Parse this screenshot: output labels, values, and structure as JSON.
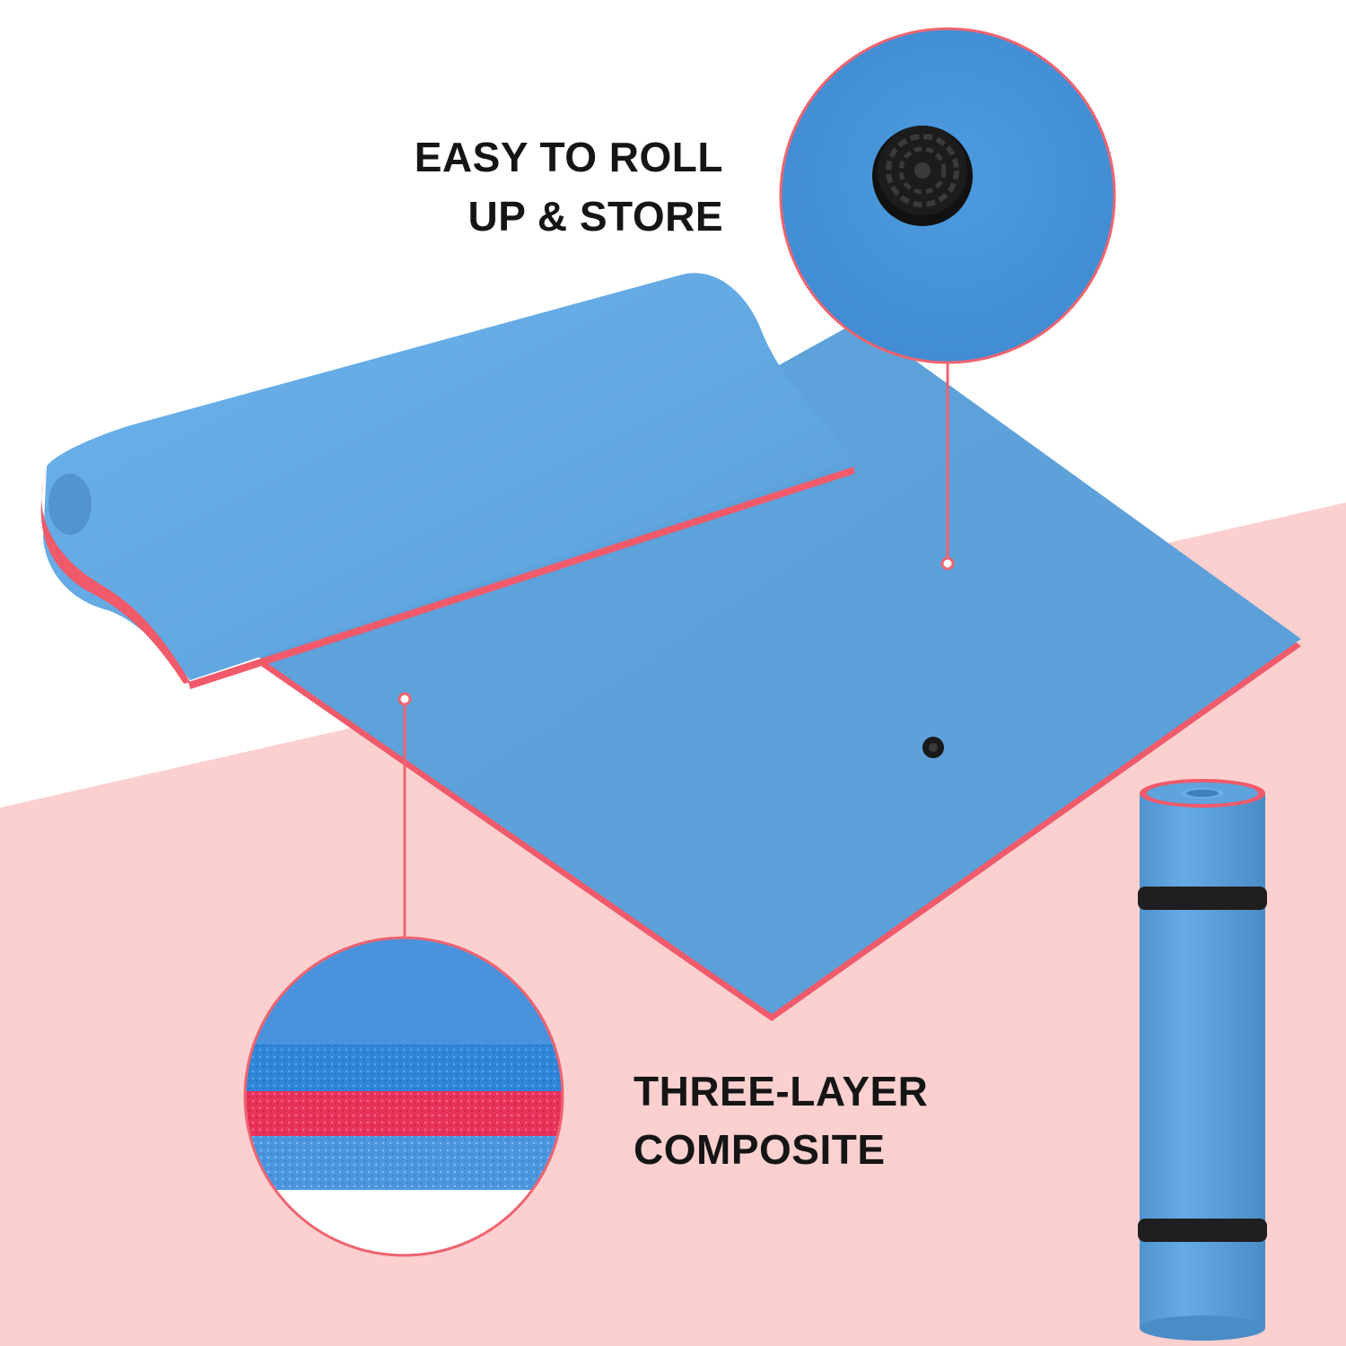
{
  "captions": {
    "roll_line1": "EASY TO ROLL",
    "roll_line2": "UP & STORE",
    "layer_line1": "THREE-LAYER",
    "layer_line2": "COMPOSITE"
  },
  "colors": {
    "background_white": "#ffffff",
    "background_pink": "#fdd0d0",
    "mat_blue": "#5fa3dc",
    "mat_blue_light": "#6cb0ea",
    "mat_edge_pink": "#f05a6a",
    "callout_line": "#ee6470",
    "valve_black": "#1a1a1a"
  },
  "icons": {
    "valve": "valve-cap-icon",
    "callout_dot": "callout-dot-icon"
  }
}
